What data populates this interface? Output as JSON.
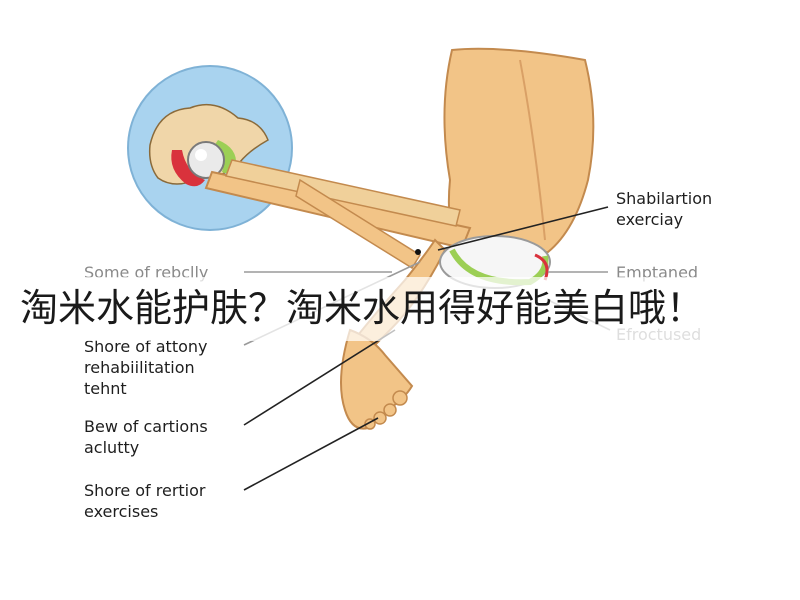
{
  "overlay_text": "淘米水能护肤？淘米水用得好能美白哦！",
  "labels": {
    "right_top": "Shabilartion\nexerciay",
    "right_mid": "Emptaned",
    "right_low": "Efroctused",
    "left_1": "Some of rebclly",
    "left_2": "Shore of attony\nrehabiilitation\ntehnt",
    "left_3": "Bew of cartions\naclutty",
    "left_4": "Shore of rertior\nexercises"
  },
  "icons": [
    "hip-joint-inset-icon",
    "leg-illustration-icon",
    "knee-joint-icon",
    "foot-icon"
  ],
  "colors": {
    "skin": "#f2c487",
    "skin_shadow": "#d9a066",
    "inset_bg": "#a9d3ef",
    "joint_red": "#d9323c",
    "joint_green": "#9ccf55",
    "line": "#222222",
    "label_text": "#1e1e1e",
    "faded_text": "#8a8a8a"
  }
}
